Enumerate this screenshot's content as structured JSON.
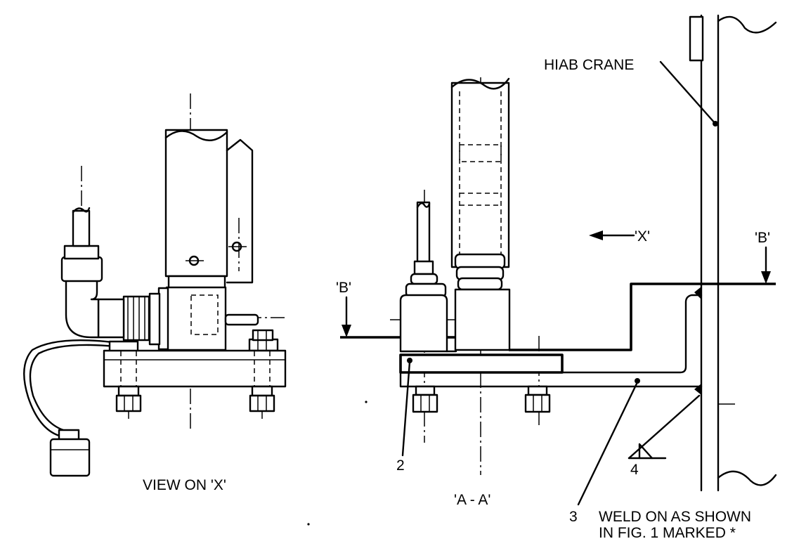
{
  "labels": {
    "hiab_crane": "HIAB CRANE",
    "section_x": "'X'",
    "section_b_left": "'B'",
    "section_b_right": "'B'",
    "view_on_x": "VIEW ON 'X'",
    "section_aa": "'A - A'",
    "item_2": "2",
    "item_3": "3",
    "weld_note_line1": "WELD ON AS SHOWN",
    "weld_note_line2": "IN FIG. 1 MARKED *",
    "weld_size": "4"
  }
}
